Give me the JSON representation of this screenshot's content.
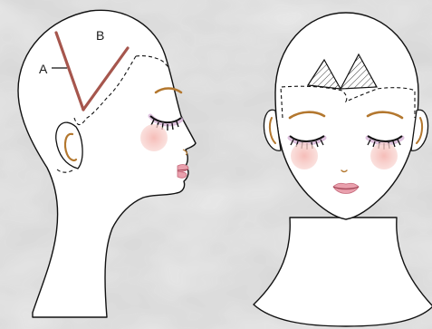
{
  "diagram": {
    "labels": {
      "a": "A",
      "b": "B"
    },
    "panels": [
      "profile-view",
      "front-view"
    ],
    "colors": {
      "background": "#d9d9d9",
      "skin": "#ffffff",
      "outline": "#111111",
      "guide_line": "#a6564d",
      "lip": "#e9a0ad",
      "blush": "#f6c9c2",
      "eyebrow_ear": "#b3772e",
      "eye_shadow": "#d6b3d6"
    }
  }
}
